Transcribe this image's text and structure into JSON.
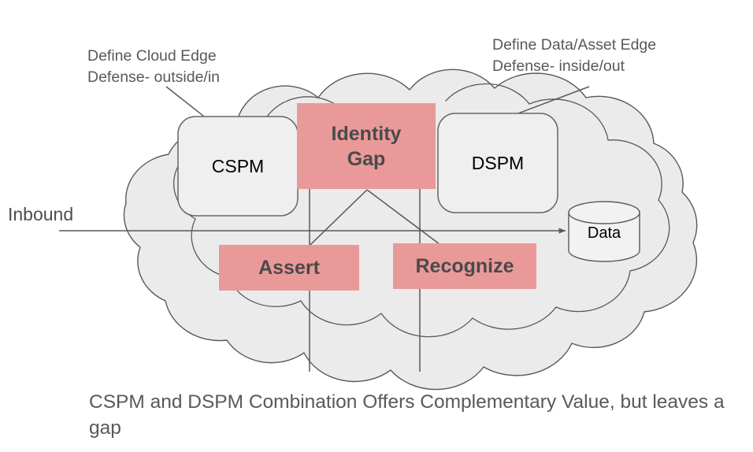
{
  "diagram": {
    "caption": "CSPM and DSPM Combination Offers Complementary Value, but leaves a gap",
    "annotations": [
      {
        "id": "left",
        "text": "Define Cloud Edge\nDefense- outside/in"
      },
      {
        "id": "right",
        "text": "Define Data/Asset Edge\nDefense- inside/out"
      }
    ],
    "flow": {
      "inbound_label": "Inbound"
    },
    "nodes": [
      {
        "id": "cspm",
        "label": "CSPM",
        "style": "rounded-gray-box"
      },
      {
        "id": "dspm",
        "label": "DSPM",
        "style": "rounded-gray-box"
      },
      {
        "id": "identity-gap",
        "label": "Identity\nGap",
        "style": "pink-box"
      },
      {
        "id": "assert",
        "label": "Assert",
        "style": "pink-box"
      },
      {
        "id": "recognize",
        "label": "Recognize",
        "style": "pink-box"
      },
      {
        "id": "data",
        "label": "Data",
        "style": "cylinder"
      }
    ],
    "container": {
      "shape": "cloud"
    },
    "colors": {
      "pink_fill": "#ea9999",
      "pink_text": "#4a4a4a",
      "cloud_fill": "#ebebeb",
      "cloud_stroke": "#595959",
      "box_fill": "#efefef",
      "box_stroke": "#666666",
      "cylinder_fill": "#f2f2f2",
      "line_stroke": "#595959",
      "annotation_text": "#595959",
      "caption_text": "#595959",
      "background": "#ffffff"
    }
  }
}
